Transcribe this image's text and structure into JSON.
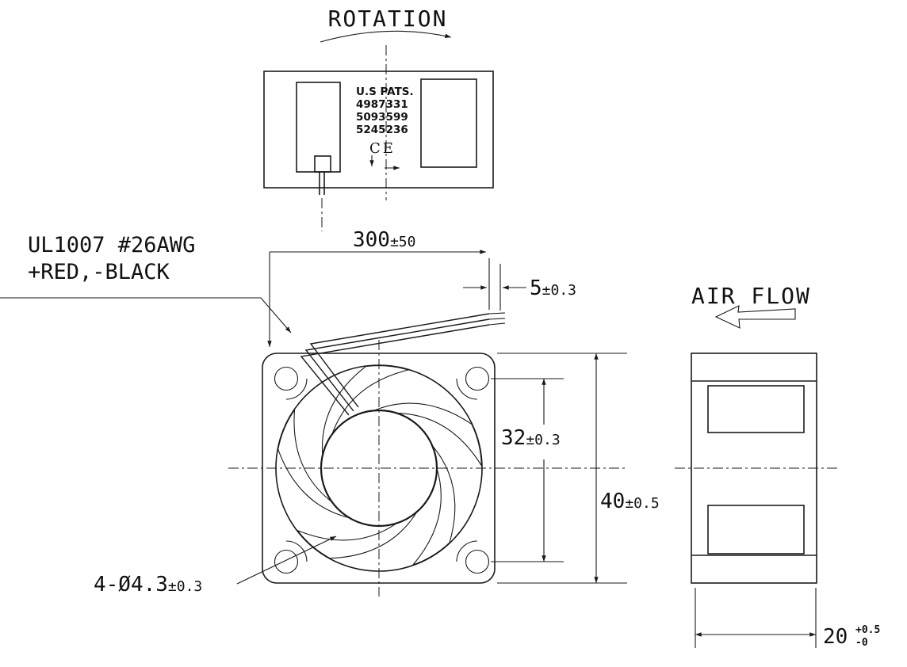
{
  "drawing": {
    "rotation_label": "ROTATION",
    "air_flow_label": "AIR FLOW",
    "patents": {
      "title": "U.S PATS.",
      "numbers": [
        "4987331",
        "5093599",
        "5245236"
      ]
    },
    "ce_mark": "CE",
    "wire_spec": {
      "line1": "UL1007 #26AWG",
      "line2": "+RED,-BLACK"
    },
    "dims": {
      "lead_length": {
        "value": "300",
        "tol": "±50"
      },
      "strip_length": {
        "value": "5",
        "tol": "±0.3"
      },
      "hole_pitch": {
        "value": "32",
        "tol": "±0.3"
      },
      "frame_size": {
        "value": "40",
        "tol": "±0.5"
      },
      "mounting_holes": {
        "value": "4-Ø4.3",
        "tol": "±0.3"
      },
      "thickness": {
        "value": "20",
        "tol_plus": "+0.5",
        "tol_minus": "-0"
      }
    }
  }
}
